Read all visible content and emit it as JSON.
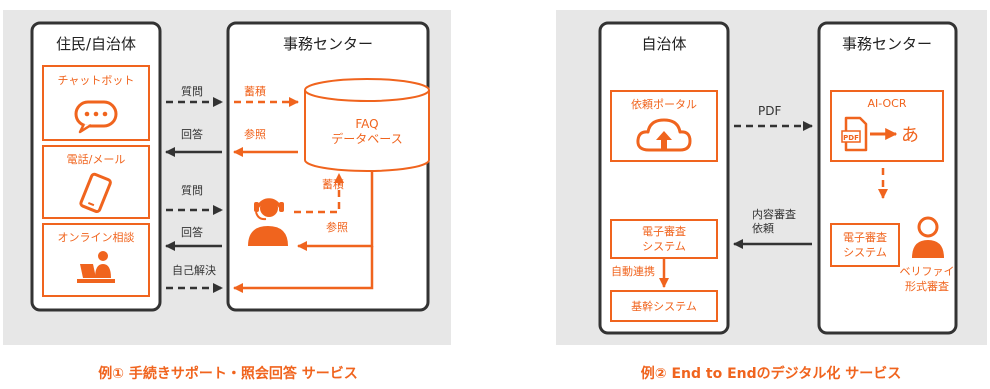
{
  "colors": {
    "orange": "#f0641e",
    "dark": "#333333",
    "panel_bg": "#e7e7e7",
    "box_bg": "#ffffff"
  },
  "diagram1": {
    "left_title": "住民/自治体",
    "right_title": "事務センター",
    "chatbot_label": "チャットボット",
    "phone_label": "電話/メール",
    "online_label": "オンライン相談",
    "question1": "質問",
    "answer1": "回答",
    "question2": "質問",
    "answer2": "回答",
    "self_solve": "自己解決",
    "accumulate1": "蓄積",
    "reference1": "参照",
    "accumulate2": "蓄積",
    "reference2": "参照",
    "db_line1": "FAQ",
    "db_line2": "データベース",
    "caption": "例①  手続きサポート・照会回答  サービス",
    "icons": [
      "chat-bubble-icon",
      "smartphone-icon",
      "person-at-laptop-icon",
      "headset-operator-icon",
      "database-icon"
    ]
  },
  "diagram2": {
    "left_title": "自治体",
    "right_title": "事務センター",
    "portal_label": "依頼ポータル",
    "pdf_label": "PDF",
    "ocr_label": "AI-OCR",
    "pdf_badge": "PDF",
    "ocr_output": "あ",
    "request_line1": "内容審査",
    "request_line2": "依頼",
    "review_left_line1": "電子審査",
    "review_left_line2": "システム",
    "review_right_line1": "電子審査",
    "review_right_line2": "システム",
    "auto_link": "自動連携",
    "core_system": "基幹システム",
    "verify_line1": "ベリファイ",
    "verify_line2": "形式審査",
    "caption": "例②  End to Endのデジタル化  サービス",
    "icons": [
      "cloud-upload-icon",
      "pdf-document-icon",
      "person-icon"
    ]
  }
}
